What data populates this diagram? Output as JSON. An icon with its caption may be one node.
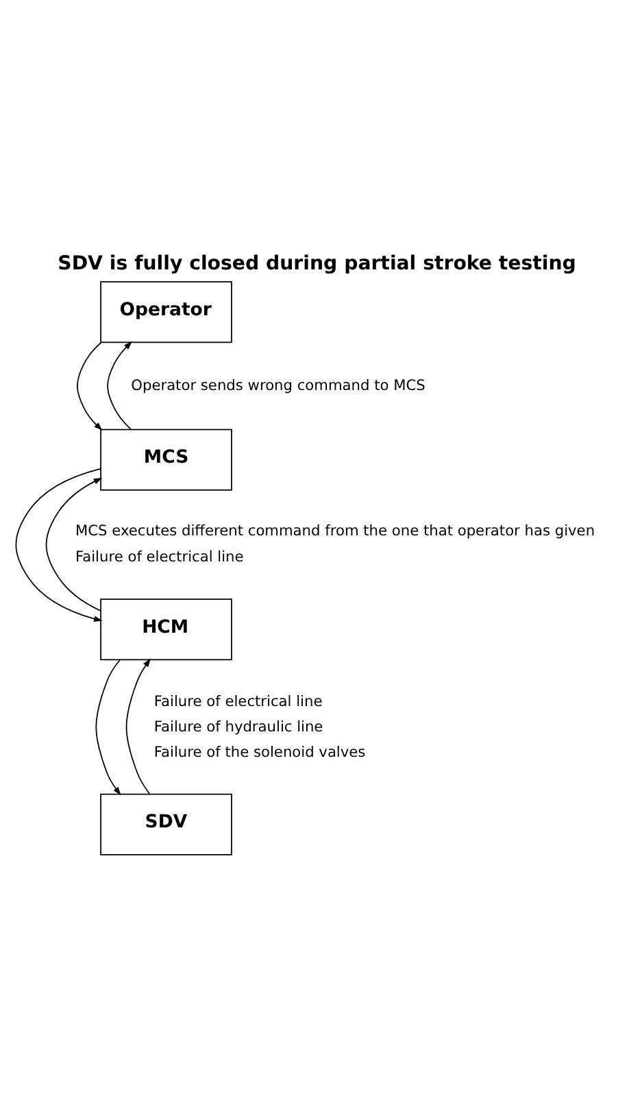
{
  "diagram": {
    "title": "SDV is fully closed during partial stroke testing",
    "nodes": [
      {
        "text": [
          "Operator"
        ]
      },
      {
        "text": [
          "MCS"
        ]
      },
      {
        "text": [
          "HCM"
        ]
      },
      {
        "text": [
          "SDV"
        ]
      }
    ],
    "edges": [
      {
        "from": 0,
        "to": 1,
        "arrow": "to"
      },
      {
        "from": 1,
        "to": 0,
        "arrow": "to"
      },
      {
        "from": 1,
        "to": 2,
        "arrow": "to"
      },
      {
        "from": 2,
        "to": 1,
        "arrow": "to"
      },
      {
        "from": 2,
        "to": 3,
        "arrow": "to"
      },
      {
        "from": 3,
        "to": 2,
        "arrow": "to"
      }
    ],
    "labels": [
      "Operator sends wrong command to MCS",
      "MCS executes different command from the one that operator has given",
      "Failure of electrical line",
      "Failure of electrical line",
      "Failure of hydraulic line",
      "Failure of the solenoid valves"
    ]
  }
}
